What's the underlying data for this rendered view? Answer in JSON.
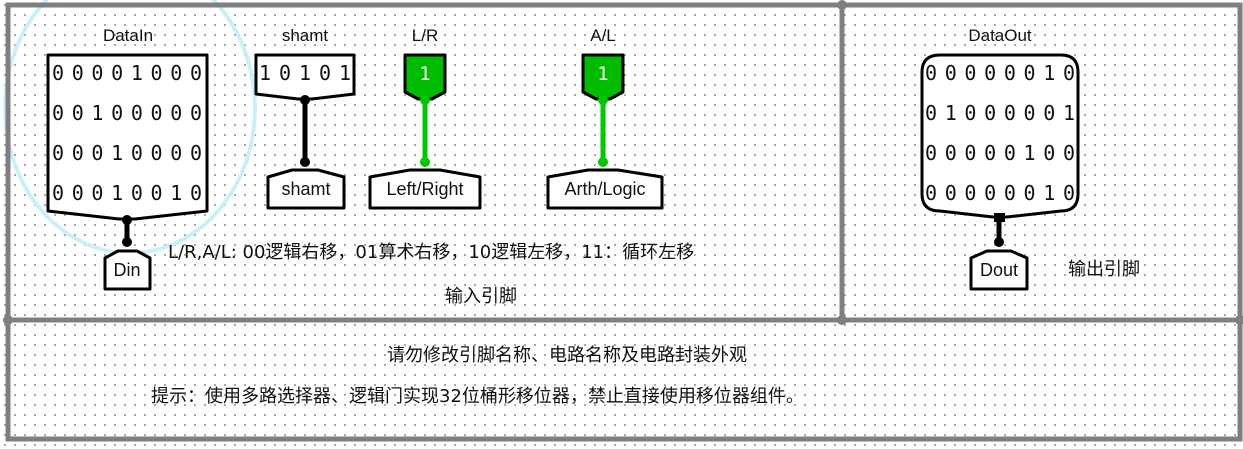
{
  "pins": {
    "datain": {
      "label": "DataIn",
      "rows": [
        "00001000",
        "00100000",
        "00010000",
        "00010010"
      ],
      "tunnel": "Din"
    },
    "shamt": {
      "label": "shamt",
      "value": "10101",
      "tunnel": "shamt"
    },
    "lr": {
      "label": "L/R",
      "value": "1",
      "tunnel": "Left/Right"
    },
    "al": {
      "label": "A/L",
      "value": "1",
      "tunnel": "Arth/Logic"
    },
    "dataout": {
      "label": "DataOut",
      "rows": [
        "00000010",
        "01000001",
        "00000100",
        "00000010"
      ],
      "tunnel": "Dout"
    }
  },
  "notes": {
    "mode_desc": "L/R,A/L: 00逻辑右移，01算术右移，10逻辑左移，11：循环左移",
    "input_caption": "输入引脚",
    "output_caption": "输出引脚",
    "warning": "请勿修改引脚名称、电路名称及电路封装外观",
    "hint": "提示：使用多路选择器、逻辑门实现32位桶形移位器，禁止直接使用移位器组件。"
  },
  "colors": {
    "active_wire": "#00c800",
    "pin_fill_active": "#00bb00",
    "frame": "#7f7f7f",
    "selection_halo": "#c8f0f8"
  }
}
